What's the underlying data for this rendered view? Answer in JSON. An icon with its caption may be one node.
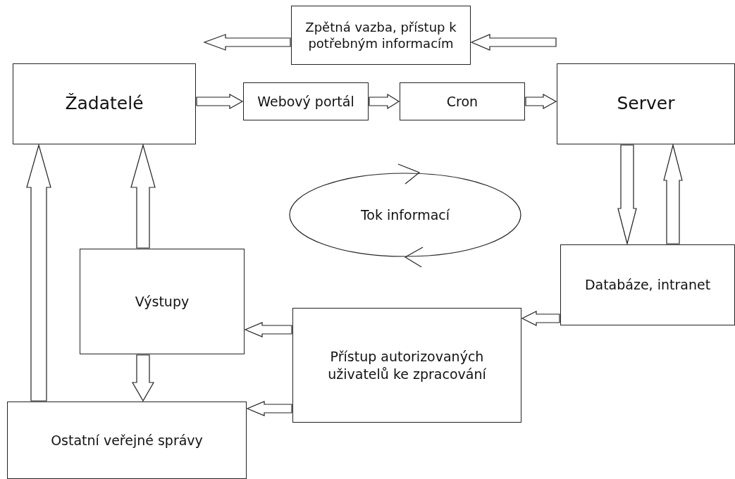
{
  "diagram": {
    "nodes": [
      {
        "text": [
          "Zpětná vazba, přístup k potřebným informacím"
        ]
      },
      {
        "text": [
          "Žadatelé"
        ]
      },
      {
        "text": [
          "Webový portál"
        ]
      },
      {
        "text": [
          "Cron"
        ]
      },
      {
        "text": [
          "Server"
        ]
      },
      {
        "text": [
          "Tok informací"
        ]
      },
      {
        "text": [
          "Výstupy"
        ]
      },
      {
        "text": [
          "Databáze, intranet"
        ]
      },
      {
        "text": [
          "Přístup autorizovaných uživatelů ke zpracování"
        ]
      },
      {
        "text": [
          "Ostatní veřejné správy"
        ]
      }
    ],
    "edges": [
      {
        "from": 0,
        "to": 1,
        "arrow": "to"
      },
      {
        "from": 4,
        "to": 0,
        "arrow": "to"
      },
      {
        "from": 1,
        "to": 2,
        "arrow": "to"
      },
      {
        "from": 2,
        "to": 3,
        "arrow": "to"
      },
      {
        "from": 3,
        "to": 4,
        "arrow": "to"
      },
      {
        "from": 4,
        "to": 7,
        "arrow": "to"
      },
      {
        "from": 7,
        "to": 4,
        "arrow": "to"
      },
      {
        "from": 7,
        "to": 8,
        "arrow": "to"
      },
      {
        "from": 8,
        "to": 6,
        "arrow": "to"
      },
      {
        "from": 8,
        "to": 9,
        "arrow": "to"
      },
      {
        "from": 6,
        "to": 1,
        "arrow": "to"
      },
      {
        "from": 6,
        "to": 9,
        "arrow": "to"
      },
      {
        "from": 9,
        "to": 1,
        "arrow": "to"
      }
    ]
  }
}
